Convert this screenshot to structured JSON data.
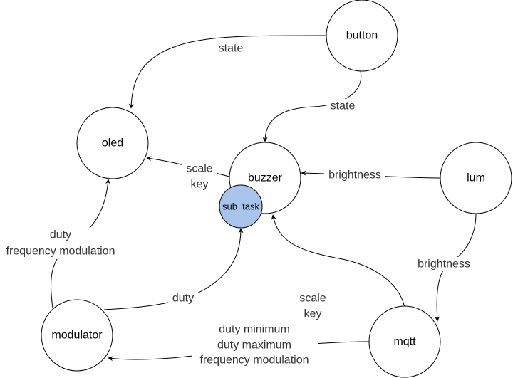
{
  "nodes": {
    "button": "button",
    "oled": "oled",
    "buzzer": "buzzer",
    "sub_task": "sub_task",
    "lum": "lum",
    "modulator": "modulator",
    "mqtt": "mqtt"
  },
  "edges": {
    "button_oled": [
      "state"
    ],
    "button_buzzer": [
      "state"
    ],
    "buzzer_oled": [
      "scale",
      "key"
    ],
    "lum_buzzer": [
      "brightness"
    ],
    "lum_mqtt": [
      "brightness"
    ],
    "modulator_oled": [
      "duty",
      "frequency modulation"
    ],
    "modulator_subtask": [
      "duty"
    ],
    "mqtt_buzzer": [
      "scale",
      "key"
    ],
    "mqtt_modulator": [
      "duty minimum",
      "duty maximum",
      "frequency modulation"
    ]
  },
  "colors": {
    "sub_task_fill": "#a9c4eb",
    "stroke": "#000000"
  }
}
